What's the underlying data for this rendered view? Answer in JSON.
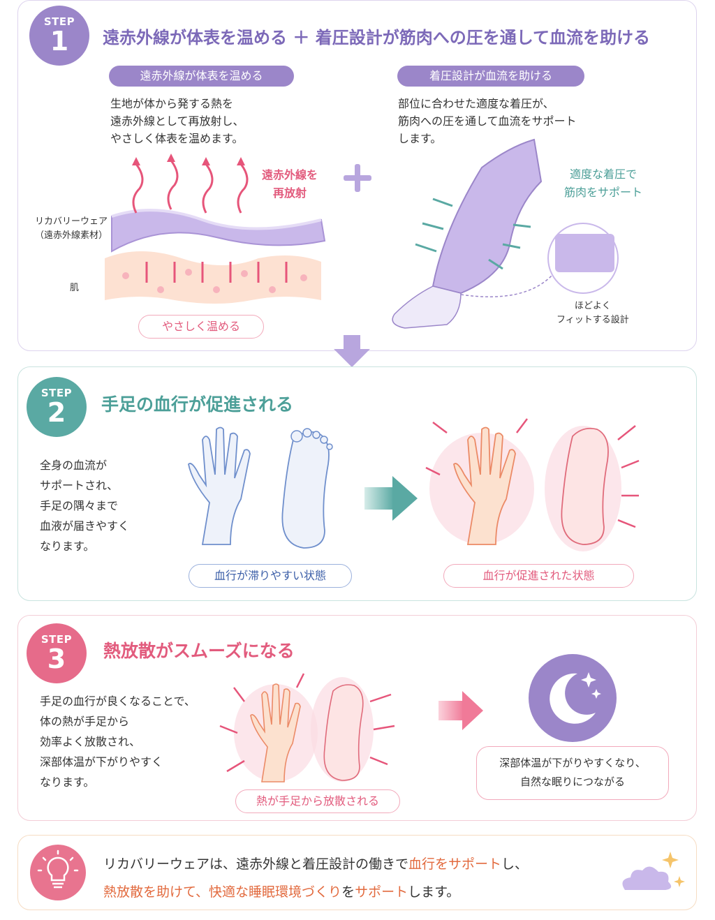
{
  "step1": {
    "step_label": "STEP",
    "step_num": "1",
    "title": "遠赤外線が体表を温める ＋ 着圧設計が筋肉への圧を通して血流を助ける",
    "left_sub": "遠赤外線が体表を温める",
    "left_text": "生地が体から発する熱を\n遠赤外線として再放射し、\nやさしく体表を温めます。",
    "reradiate": "遠赤外線を\n再放射",
    "fabric_label": "リカバリーウェア\n（遠赤外線素材）",
    "skin_label": "肌",
    "warm_pill": "やさしく温める",
    "right_sub": "着圧設計が血流を助ける",
    "right_text": "部位に合わせた適度な着圧が、\n筋肉への圧を通して血流をサポート\nします。",
    "support_text": "適度な着圧で\n筋肉をサポート",
    "fit_text": "ほどよく\nフィットする設計"
  },
  "step2": {
    "step_label": "STEP",
    "step_num": "2",
    "title": "手足の血行が促進される",
    "text": "全身の血流が\nサポートされ、\n手足の隅々まで\n血液が届きやすく\nなります。",
    "before_label": "血行が滞りやすい状態",
    "after_label": "血行が促進された状態"
  },
  "step3": {
    "step_label": "STEP",
    "step_num": "3",
    "title": "熱放散がスムーズになる",
    "text": "手足の血行が良くなることで、\n体の熱が手足から\n効率よく放散され、\n深部体温が下がりやすく\nなります。",
    "heat_label": "熱が手足から放散される",
    "sleep_text": "深部体温が下がりやすくなり、\n自然な眠りにつながる"
  },
  "summary": {
    "line1_a": "リカバリーウェアは、遠赤外線と着圧設計の働きで",
    "line1_b": "血行をサポート",
    "line1_c": "し、",
    "line2_a": "熱放散を助けて、快適な睡眠環境づくり",
    "line2_b": "を",
    "line2_c": "サポート",
    "line2_d": "します。"
  },
  "colors": {
    "purple": "#9b86c9",
    "teal": "#5aa9a3",
    "pink": "#e66b8a",
    "orange": "#e26a3e"
  }
}
